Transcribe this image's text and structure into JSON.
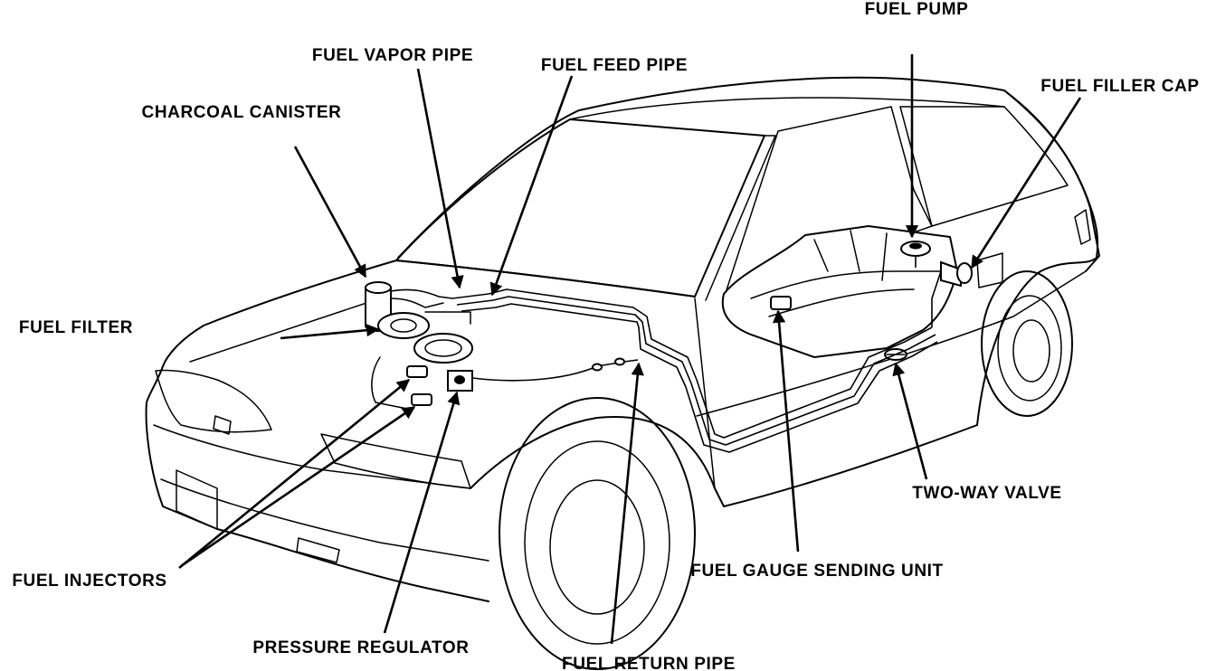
{
  "diagram": {
    "labels": {
      "fuel_pump": "FUEL PUMP",
      "fuel_vapor_pipe": "FUEL VAPOR PIPE",
      "fuel_feed_pipe": "FUEL FEED PIPE",
      "fuel_filler_cap": "FUEL FILLER CAP",
      "charcoal_canister": "CHARCOAL CANISTER",
      "fuel_filter": "FUEL FILTER",
      "two_way_valve": "TWO-WAY VALVE",
      "fuel_gauge_sending_unit": "FUEL GAUGE SENDING UNIT",
      "fuel_injectors": "FUEL INJECTORS",
      "pressure_regulator": "PRESSURE REGULATOR",
      "fuel_return_pipe": "FUEL RETURN PIPE"
    },
    "colors": {
      "ink": "#000000",
      "paper": "#ffffff"
    }
  }
}
